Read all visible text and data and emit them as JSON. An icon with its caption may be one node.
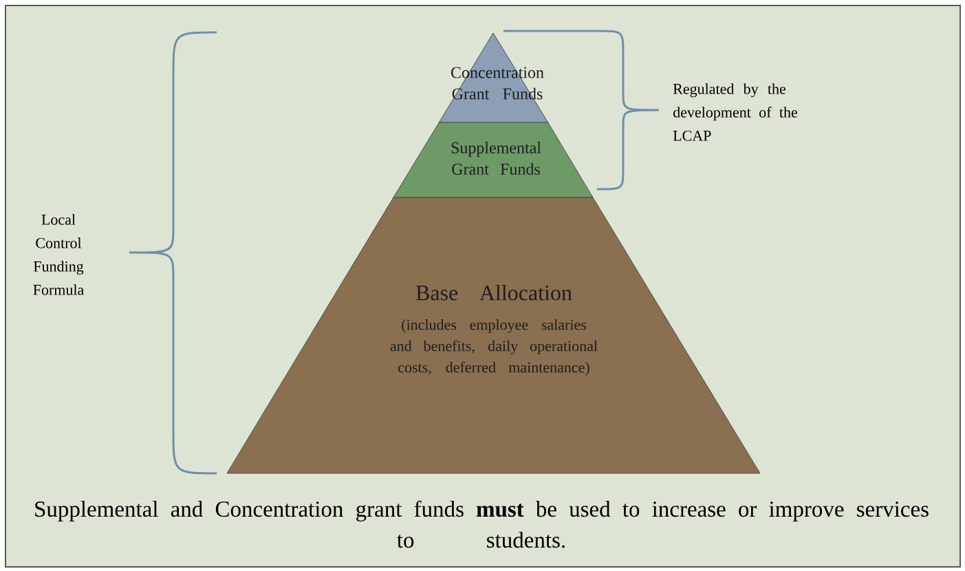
{
  "diagram": {
    "caption": "Supplemental and Concentration grant funds **must** be used to increase or improve services to students.",
    "nodes": [
      {
        "text": [
          "Concentration Grant Funds"
        ]
      },
      {
        "text": [
          "Supplemental Grant Funds"
        ]
      },
      {
        "text": [
          "Base Allocation",
          "(includes employee salaries and benefits, daily operational costs, deferred maintenance)"
        ]
      }
    ],
    "labels": [
      "Local Control Funding Formula",
      "Regulated by the development of the LCAP"
    ]
  }
}
